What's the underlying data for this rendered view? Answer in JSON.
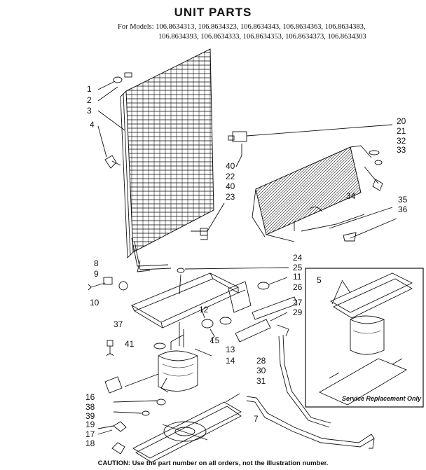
{
  "header": {
    "title": "UNIT PARTS",
    "models_line1": "For Models: 106.8634313, 106.8634323, 106.8634343, 106.8634363, 106.8634383,",
    "models_line2": "106.8634393, 106.8634333, 106.8634353, 106.8634373, 106.8634303"
  },
  "inset": {
    "label": "Service Replacement Only"
  },
  "footer": {
    "caution": "CAUTION: Use the part number on all orders, not the illustration number."
  },
  "callouts": [
    {
      "id": "c1",
      "text": "1"
    },
    {
      "id": "c2",
      "text": "2"
    },
    {
      "id": "c3",
      "text": "3"
    },
    {
      "id": "c4",
      "text": "4"
    },
    {
      "id": "c20",
      "text": "20"
    },
    {
      "id": "c21",
      "text": "21"
    },
    {
      "id": "c32",
      "text": "32"
    },
    {
      "id": "c33",
      "text": "33"
    },
    {
      "id": "c40a",
      "text": "40"
    },
    {
      "id": "c22",
      "text": "22"
    },
    {
      "id": "c40b",
      "text": "40"
    },
    {
      "id": "c23",
      "text": "23"
    },
    {
      "id": "c34",
      "text": "34"
    },
    {
      "id": "c35",
      "text": "35"
    },
    {
      "id": "c36",
      "text": "36"
    },
    {
      "id": "c8",
      "text": "8"
    },
    {
      "id": "c9",
      "text": "9"
    },
    {
      "id": "c10",
      "text": "10"
    },
    {
      "id": "c24",
      "text": "24"
    },
    {
      "id": "c25",
      "text": "25"
    },
    {
      "id": "c11",
      "text": "11"
    },
    {
      "id": "c26",
      "text": "26"
    },
    {
      "id": "c12",
      "text": "12"
    },
    {
      "id": "c27",
      "text": "27"
    },
    {
      "id": "c29",
      "text": "29"
    },
    {
      "id": "c5",
      "text": "5"
    },
    {
      "id": "c37",
      "text": "37"
    },
    {
      "id": "c41",
      "text": "41"
    },
    {
      "id": "c15",
      "text": "15"
    },
    {
      "id": "c13",
      "text": "13"
    },
    {
      "id": "c14",
      "text": "14"
    },
    {
      "id": "c28",
      "text": "28"
    },
    {
      "id": "c30",
      "text": "30"
    },
    {
      "id": "c31",
      "text": "31"
    },
    {
      "id": "c16",
      "text": "16"
    },
    {
      "id": "c38",
      "text": "38"
    },
    {
      "id": "c39",
      "text": "39"
    },
    {
      "id": "c19",
      "text": "19"
    },
    {
      "id": "c17",
      "text": "17"
    },
    {
      "id": "c18",
      "text": "18"
    },
    {
      "id": "c7",
      "text": "7"
    }
  ]
}
